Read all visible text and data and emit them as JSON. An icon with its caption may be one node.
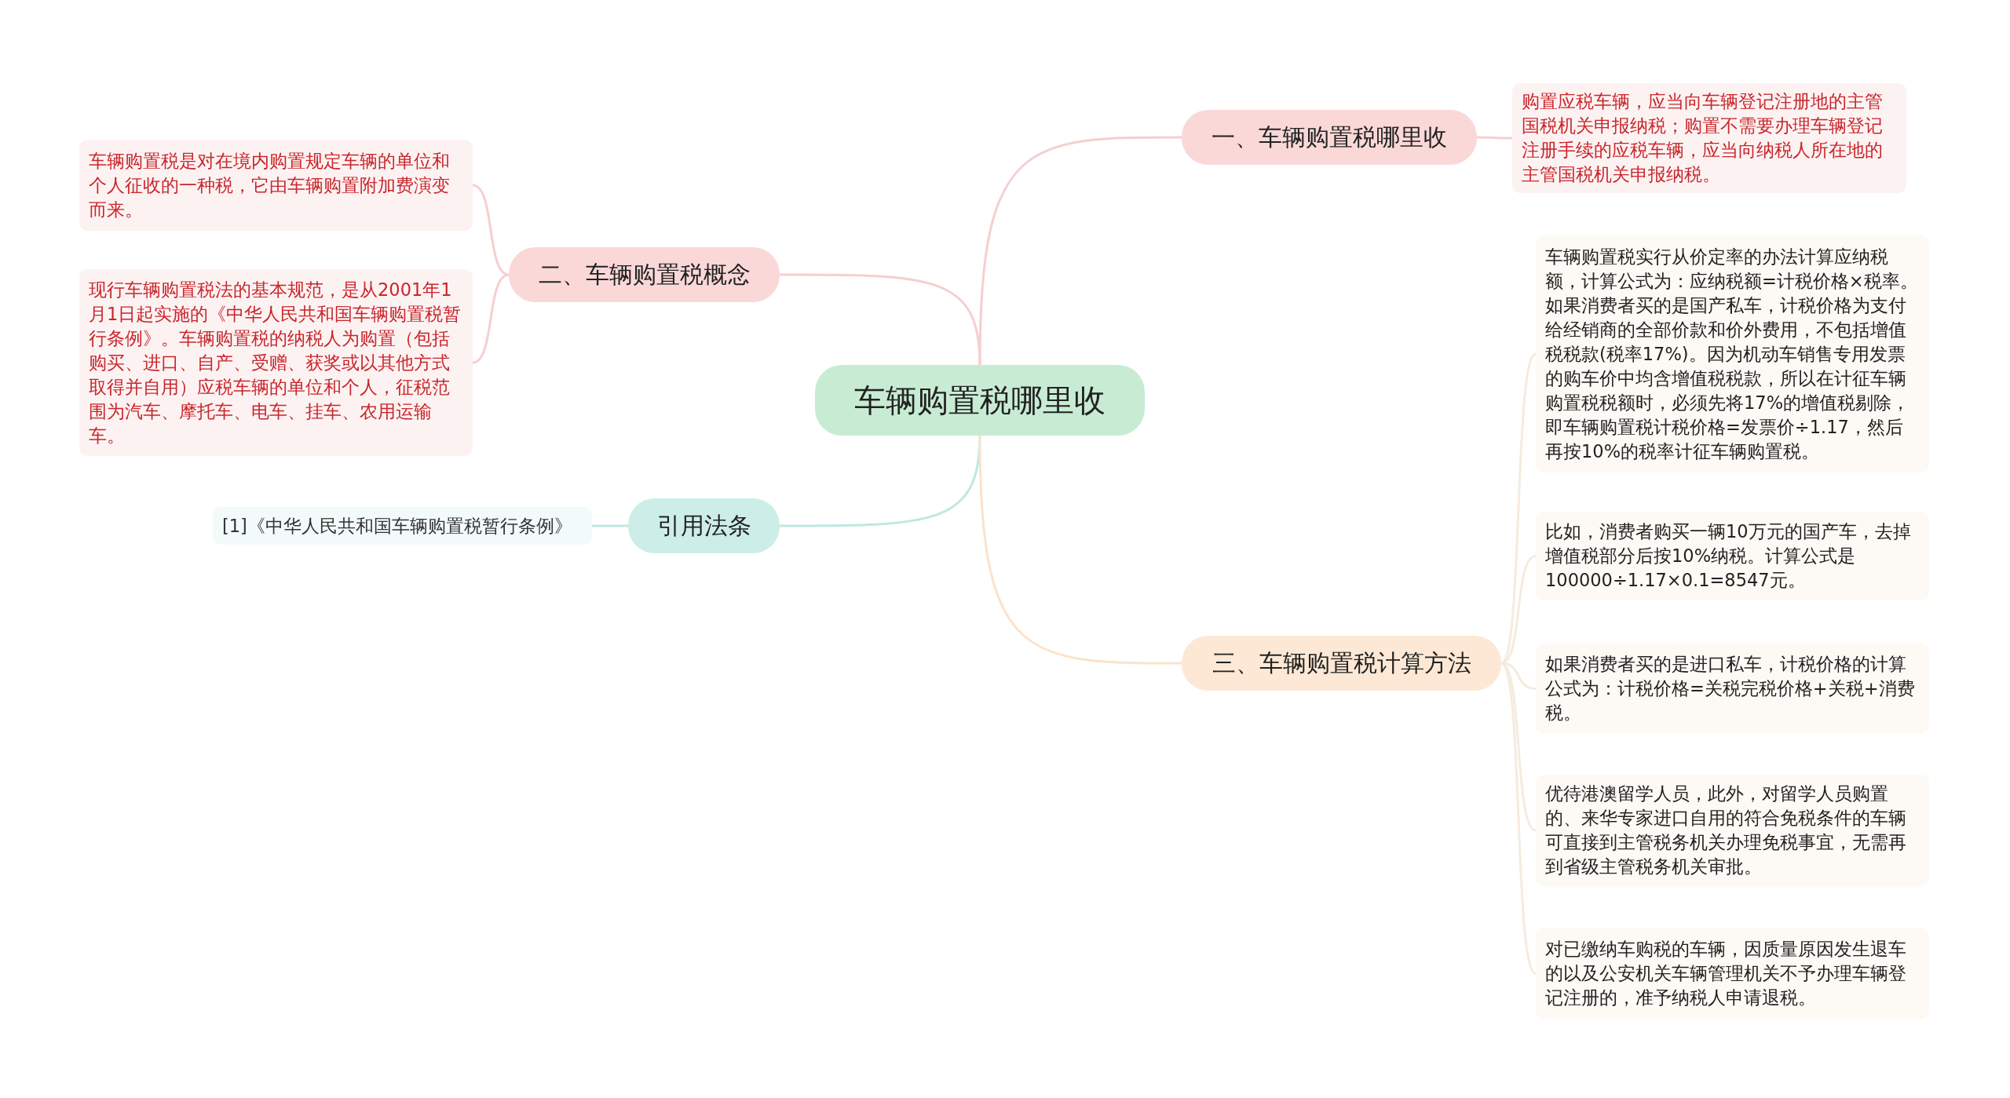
{
  "diagram": {
    "nodes": [
      {
        "text": [
          "车辆购置税哪里收"
        ]
      },
      {
        "text": [
          "一、车辆购置税哪里收"
        ]
      },
      {
        "text": [
          "购置应税车辆，应当向车辆登记注册地的主管国税机关申报纳税；购置不需要办理车辆登记注册手续的应税车辆，应当向纳税人所在地的主管国税机关申报纳税。"
        ]
      },
      {
        "text": [
          "二、车辆购置税概念"
        ]
      },
      {
        "text": [
          "车辆购置税是对在境内购置规定车辆的单位和个人征收的一种税，它由车辆购置附加费演变而来。"
        ]
      },
      {
        "text": [
          "现行车辆购置税法的基本规范，是从2001年1月1日起实施的《中华人民共和国车辆购置税暂行条例》。车辆购置税的纳税人为购置（包括购买、进口、自产、受赠、获奖或以其他方式取得并自用）应税车辆的单位和个人，征税范围为汽车、摩托车、电车、挂车、农用运输车。"
        ]
      },
      {
        "text": [
          "引用法条"
        ]
      },
      {
        "text": [
          "[1]《中华人民共和国车辆购置税暂行条例》"
        ]
      },
      {
        "text": [
          "三、车辆购置税计算方法"
        ]
      },
      {
        "text": [
          "车辆购置税实行从价定率的办法计算应纳税额，计算公式为：应纳税额=计税价格×税率。如果消费者买的是国产私车，计税价格为支付给经销商的全部价款和价外费用，不包括增值税税款(税率17%)。因为机动车销售专用发票的购车价中均含增值税税款，所以在计征车辆购置税税额时，必须先将17%的增值税剔除，即车辆购置税计税价格=发票价÷1.17，然后再按10%的税率计征车辆购置税。"
        ]
      },
      {
        "text": [
          "比如，消费者购买一辆10万元的国产车，去掉增值税部分后按10%纳税。计算公式是100000÷1.17×0.1=8547元。"
        ]
      },
      {
        "text": [
          "如果消费者买的是进口私车，计税价格的计算公式为：计税价格=关税完税价格+关税+消费税。"
        ]
      },
      {
        "text": [
          "优待港澳留学人员，此外，对留学人员购置的、来华专家进口自用的符合免税条件的车辆可直接到主管税务机关办理免税事宜，无需再到省级主管税务机关审批。"
        ]
      },
      {
        "text": [
          "对已缴纳车购税的车辆，因质量原因发生退车的以及公安机关车辆管理机关不予办理车辆登记注册的，准予纳税人申请退税。"
        ]
      }
    ],
    "edges": [
      {
        "from": 0,
        "to": 1,
        "arrow": "none",
        "color": "#f6cfd0"
      },
      {
        "from": 1,
        "to": 2,
        "arrow": "none",
        "color": "#f6cfd0"
      },
      {
        "from": 0,
        "to": 3,
        "arrow": "none",
        "color": "#f6cfd0"
      },
      {
        "from": 3,
        "to": 4,
        "arrow": "none",
        "color": "#f6cfd0"
      },
      {
        "from": 3,
        "to": 5,
        "arrow": "none",
        "color": "#f6cfd0"
      },
      {
        "from": 0,
        "to": 6,
        "arrow": "none",
        "color": "#bfe8e2"
      },
      {
        "from": 6,
        "to": 7,
        "arrow": "none",
        "color": "#bfe8e2"
      },
      {
        "from": 0,
        "to": 8,
        "arrow": "none",
        "color": "#fbe3cc"
      },
      {
        "from": 8,
        "to": 9,
        "arrow": "none",
        "color": "#f5ebdf"
      },
      {
        "from": 8,
        "to": 10,
        "arrow": "none",
        "color": "#f5ebdf"
      },
      {
        "from": 8,
        "to": 11,
        "arrow": "none",
        "color": "#f5ebdf"
      },
      {
        "from": 8,
        "to": 12,
        "arrow": "none",
        "color": "#f5ebdf"
      },
      {
        "from": 8,
        "to": 13,
        "arrow": "none",
        "color": "#f5ebdf"
      }
    ]
  }
}
